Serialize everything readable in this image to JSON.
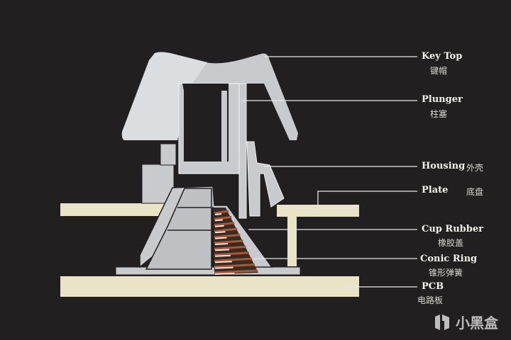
{
  "labels": [
    {
      "en": "Key Top",
      "cn": "键帽"
    },
    {
      "en": "Plunger",
      "cn": "柱塞"
    },
    {
      "en": "Housing",
      "cn": "外壳"
    },
    {
      "en": "Plate",
      "cn": "底盘"
    },
    {
      "en": "Cup Rubber",
      "cn": "橡胶盖"
    },
    {
      "en": "Conic Ring",
      "cn": "锥形弹簧"
    },
    {
      "en": "PCB",
      "cn": "电路板"
    }
  ],
  "watermark": "小黑盒",
  "colors": {
    "background": "#221f20",
    "part": "#c9cacd",
    "board": "#e9e3c8",
    "spring": "#a4593a"
  }
}
